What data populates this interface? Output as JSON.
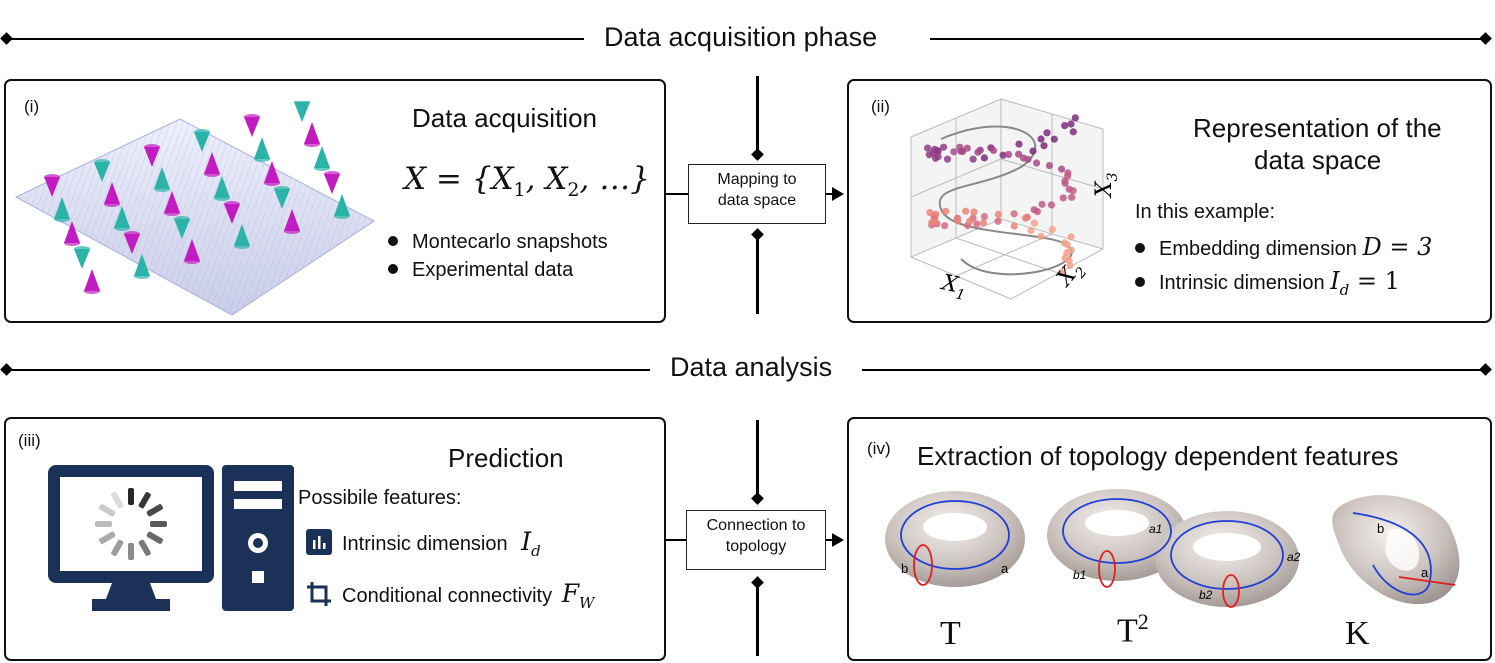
{
  "phase1": {
    "title": "Data acquisition phase"
  },
  "phase2": {
    "title": "Data analysis"
  },
  "panel1": {
    "label": "(i)",
    "title": "Data acquisition",
    "formula_lhs": "X = {X",
    "formula_s1": "1",
    "formula_mid": ", X",
    "formula_s2": "2",
    "formula_rhs": ", …}",
    "bullets": [
      "Montecarlo snapshots",
      "Experimental data"
    ]
  },
  "connector1": {
    "line1": "Mapping to",
    "line2": "data space"
  },
  "panel2": {
    "label": "(ii)",
    "title_line1": "Representation of the",
    "title_line2": "data space",
    "example": "In this example:",
    "embedding_label": "Embedding dimension",
    "embedding_math": "D = 3",
    "intrinsic_label": "Intrinsic dimension",
    "intrinsic_math_base": "I",
    "intrinsic_math_sub": "d",
    "intrinsic_math_rhs": " = 1",
    "axis_x1": "X",
    "axis_x1_sub": "1",
    "axis_x2": "X",
    "axis_x2_sub": "2",
    "axis_x3": "X",
    "axis_x3_sub": "3"
  },
  "panel3": {
    "label": "(iii)",
    "title": "Prediction",
    "features_heading": "Possibile features:",
    "feature1": "Intrinsic dimension",
    "feature1_math": "I",
    "feature1_sub": "d",
    "feature2": "Conditional connectivity",
    "feature2_math": "F",
    "feature2_sub": "W"
  },
  "connector2": {
    "line1": "Connection to",
    "line2": "topology"
  },
  "panel4": {
    "label": "(iv)",
    "title": "Extraction of topology dependent features",
    "shapes": [
      {
        "name": "T",
        "loops": [
          "b",
          "a"
        ]
      },
      {
        "name": "T",
        "sup": "2",
        "loops": [
          "a1",
          "b1",
          "a2",
          "b2"
        ]
      },
      {
        "name": "K",
        "loops": [
          "b",
          "a"
        ]
      }
    ]
  },
  "colors": {
    "cyan": "#2bb3a8",
    "magenta": "#c21bc2",
    "navy": "#1b3157",
    "loop_blue": "#1f3fd6",
    "loop_red": "#e02020"
  }
}
